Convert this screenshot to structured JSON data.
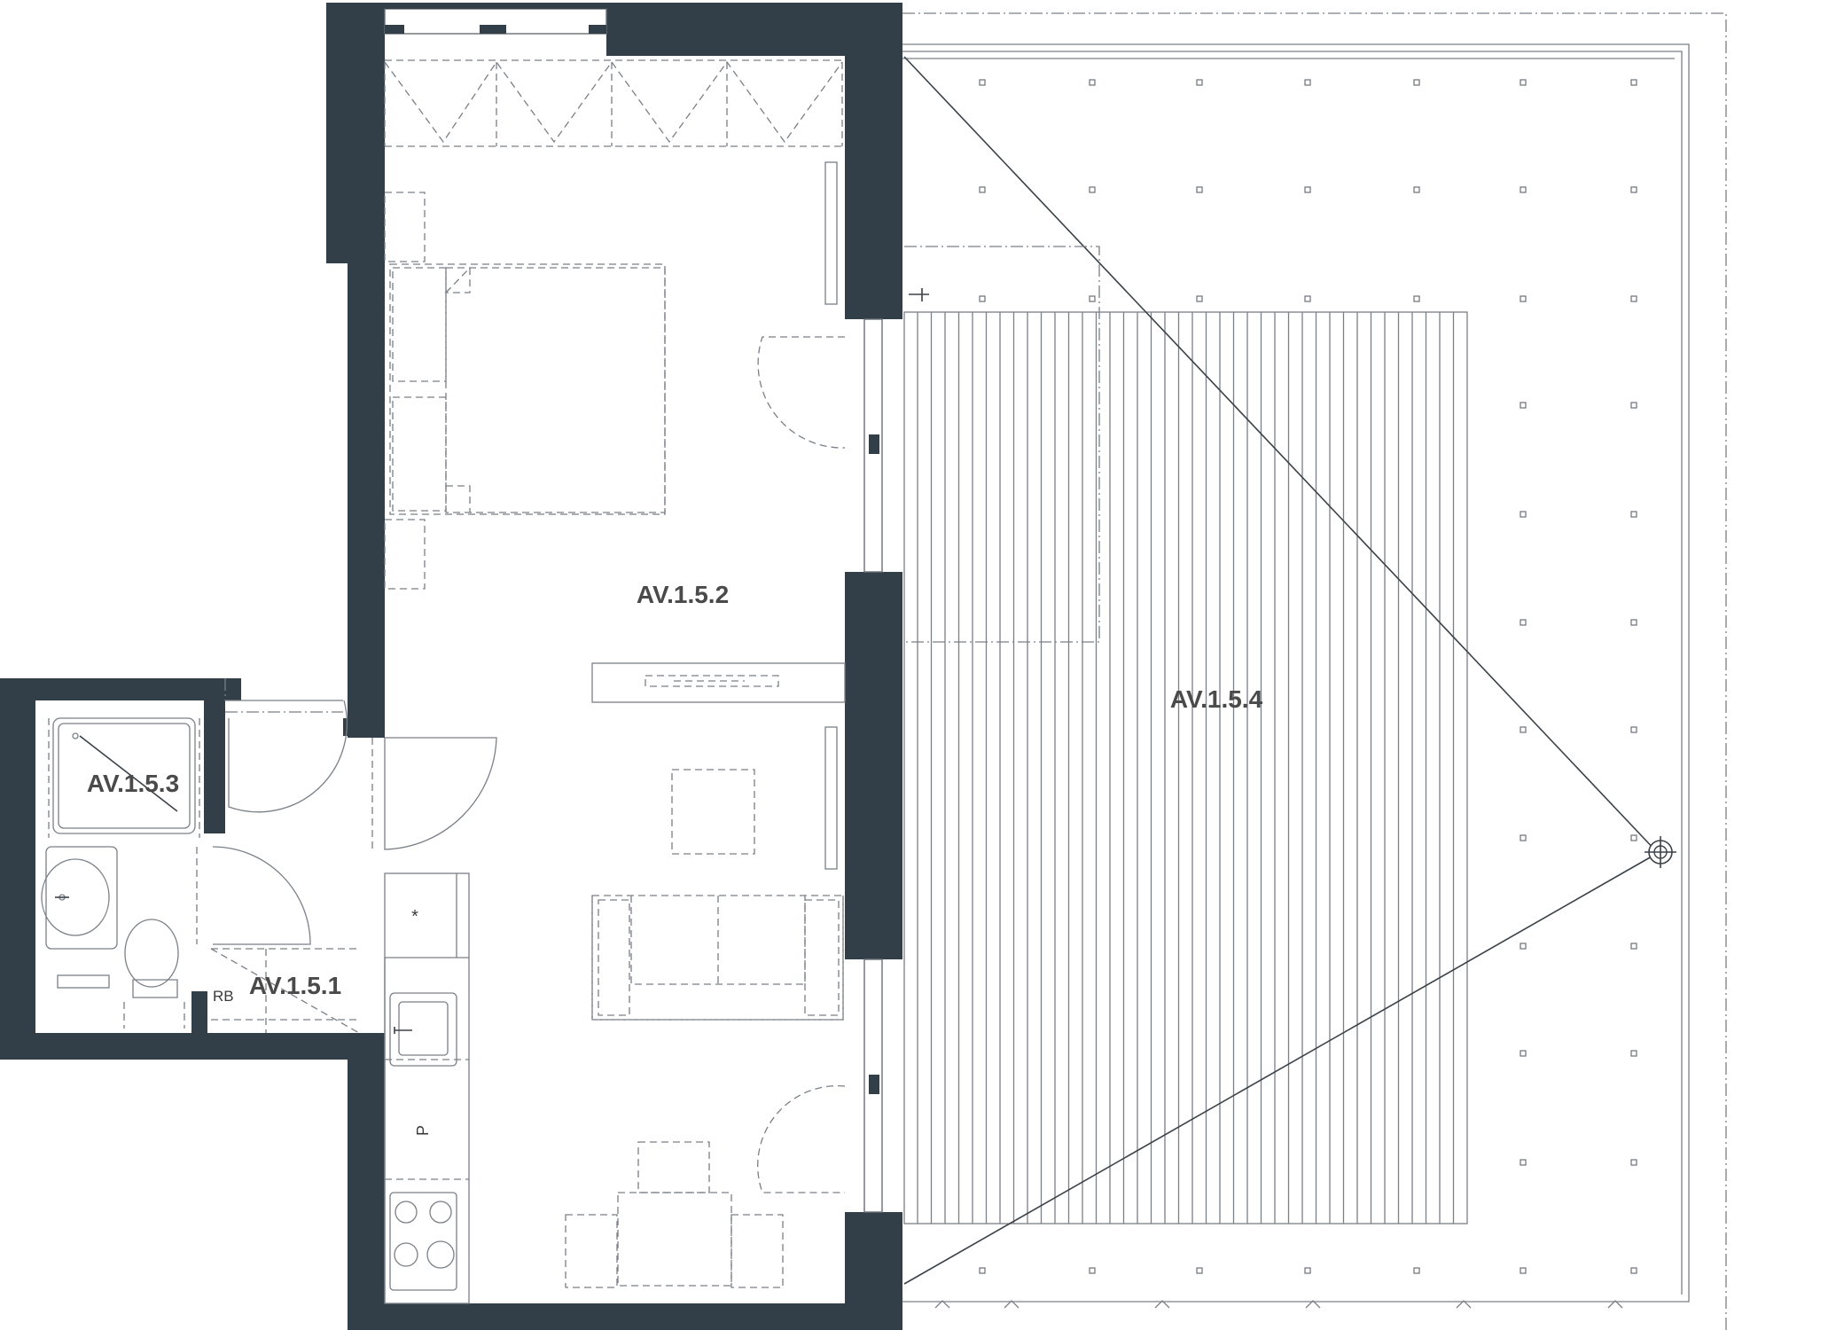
{
  "rooms": [
    {
      "id": "AV.1.5.2",
      "label": "AV.1.5.2"
    },
    {
      "id": "AV.1.5.3",
      "label": "AV.1.5.3"
    },
    {
      "id": "AV.1.5.1",
      "label": "AV.1.5.1"
    },
    {
      "id": "AV.1.5.4",
      "label": "AV.1.5.4"
    }
  ],
  "fixtures": {
    "fridge_mark": "*",
    "kitchen_p_mark": "P",
    "rb_mark": "RB"
  },
  "colors": {
    "wall": "#323e48",
    "line": "#7a8087",
    "text": "#4a4a4a"
  }
}
